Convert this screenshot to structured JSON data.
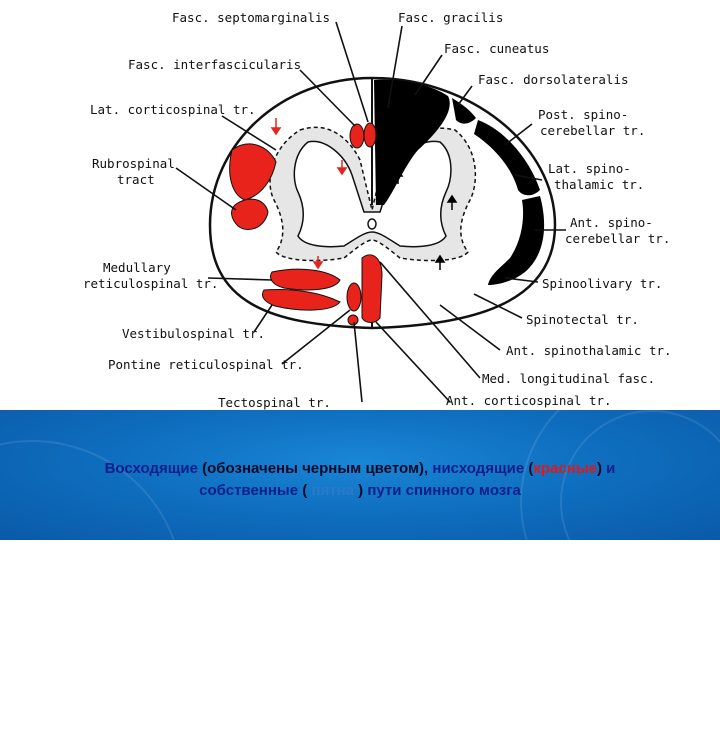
{
  "labels": {
    "septomarginalis": "Fasc. septomarginalis",
    "gracilis": "Fasc. gracilis",
    "cuneatus": "Fasc. cuneatus",
    "interfascicularis": "Fasc. interfascicularis",
    "dorsolateralis": "Fasc. dorsolateralis",
    "lat_corticospinal": "Lat. corticospinal tr.",
    "post_spinocerebellar_1": "Post. spino-",
    "post_spinocerebellar_2": "cerebellar tr.",
    "rubrospinal_1": "Rubrospinal",
    "rubrospinal_2": "tract",
    "lat_spinothalamic_1": "Lat. spino-",
    "lat_spinothalamic_2": "thalamic tr.",
    "ant_spinocerebellar_1": "Ant. spino-",
    "ant_spinocerebellar_2": "cerebellar tr.",
    "medullary_1": "Medullary",
    "medullary_2": "reticulospinal tr.",
    "spinoolivary": "Spinoolivary tr.",
    "spinotectal": "Spinotectal tr.",
    "vestibulospinal": "Vestibulospinal tr.",
    "ant_spinothalamic": "Ant. spinothalamic tr.",
    "pontine": "Pontine reticulospinal tr.",
    "med_longitudinal": "Med. longitudinal fasc.",
    "tectospinal": "Tectospinal tr.",
    "ant_corticospinal": "Ant. corticospinal tr."
  },
  "caption": {
    "ascending": "Восходящие",
    "open1": "(",
    "marked_black": "обозначены черным цветом",
    "close1": "),",
    "descending": "нисходящие",
    "open2": "(",
    "red_word": "красные",
    "close2": ")",
    "and": "и",
    "own": "собственные",
    "open3": "(",
    "faint_word": "пятна",
    "close3": ")",
    "rest": "пути спинного мозга"
  },
  "colors": {
    "ascending_tracts": "#000000",
    "descending_tracts": "#e8231c",
    "proper_tracts": "#d8d8d8",
    "panel": "#0f6fc0"
  }
}
